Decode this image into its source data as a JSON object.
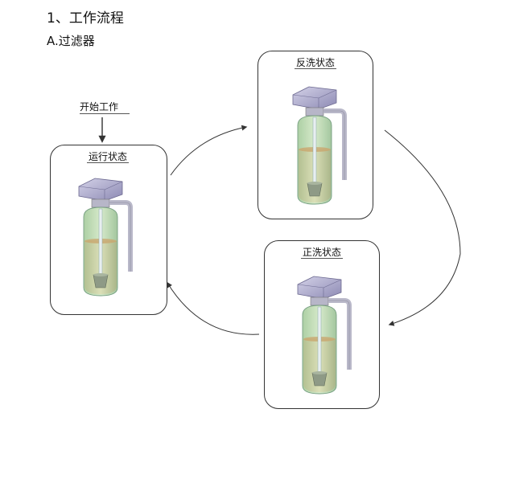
{
  "heading": "1、工作流程",
  "subheading": "A.过滤器",
  "start_label": "开始工作",
  "states": {
    "run": "运行状态",
    "backwash": "反洗状态",
    "rinse": "正洗状态"
  },
  "colors": {
    "tank_green": "#b9d8a8",
    "tank_edge": "#7fa68a",
    "media_tan": "#c9a66e",
    "valve_purple": "#a9a6c9",
    "arrow": "#333333"
  }
}
